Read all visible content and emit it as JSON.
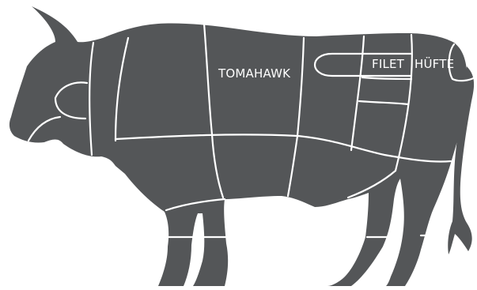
{
  "colors": {
    "body": "#545658",
    "lines": "#ffffff",
    "background": "#ffffff",
    "label": "#ffffff"
  },
  "labels": {
    "tomahawk": "TOMAHAWK",
    "filet": "FILET",
    "huefte": "HÜFTE"
  }
}
